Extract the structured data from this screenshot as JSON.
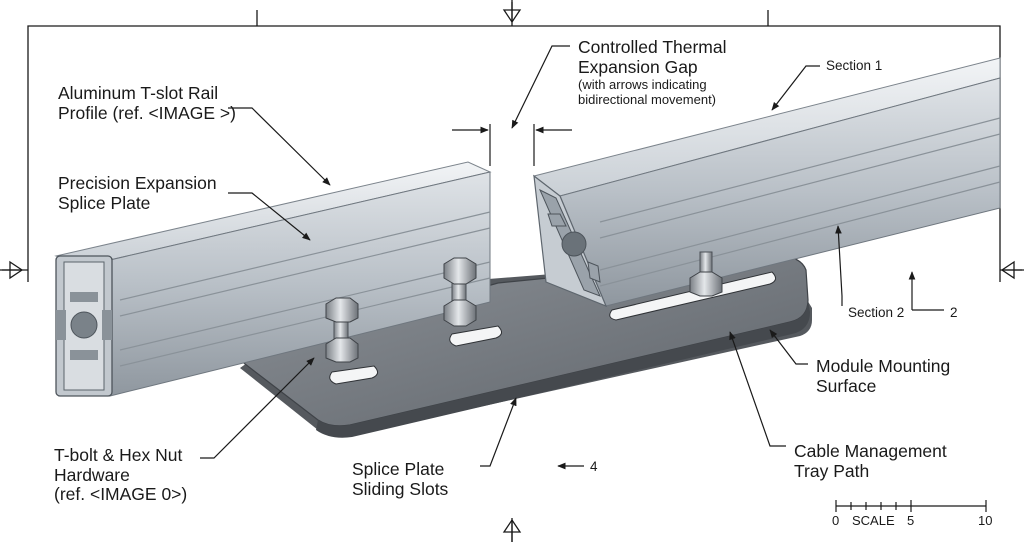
{
  "diagram": {
    "labels": {
      "rail_profile": [
        "Aluminum T-slot Rail",
        "Profile (ref. <IMAGE >)"
      ],
      "splice_plate": [
        "Precision Expansion",
        "Splice Plate"
      ],
      "thermal_gap_title": [
        "Controlled Thermal",
        "Expansion Gap"
      ],
      "thermal_gap_note": [
        "(with arrows indicating",
        "bidirectional movement)"
      ],
      "section_1": "Section 1",
      "section_2": "Section 2",
      "section_2_marker": "2",
      "module_mounting": [
        "Module Mounting",
        "Surface"
      ],
      "cable_tray": [
        "Cable Management",
        "Tray Path"
      ],
      "splice_slots": [
        "Splice Plate",
        "Sliding Slots"
      ],
      "view_marker": "4",
      "t_bolt": [
        "T-bolt & Hex Nut",
        "Hardware",
        "(ref. <IMAGE 0>)"
      ]
    },
    "scale_bar": {
      "label": "SCALE",
      "ticks": [
        "0",
        "5",
        "10"
      ]
    }
  }
}
